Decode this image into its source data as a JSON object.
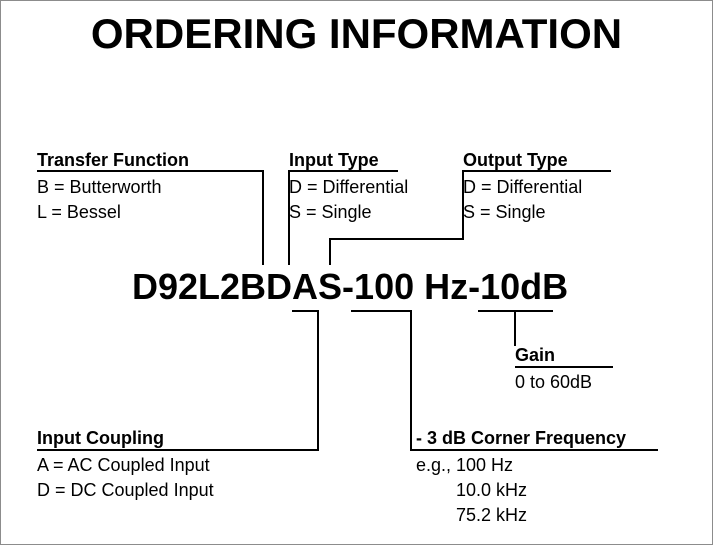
{
  "title": "ORDERING INFORMATION",
  "part_number": "D92L2BDAS-100 Hz-10dB",
  "callouts": {
    "transfer_function": {
      "heading": "Transfer Function",
      "items": [
        "B = Butterworth",
        "L = Bessel"
      ]
    },
    "input_type": {
      "heading": "Input Type",
      "items": [
        "D = Differential",
        "S = Single"
      ]
    },
    "output_type": {
      "heading": "Output Type",
      "items": [
        "D = Differential",
        "S = Single"
      ]
    },
    "gain": {
      "heading": "Gain",
      "items": [
        "0 to 60dB"
      ]
    },
    "input_coupling": {
      "heading": "Input Coupling",
      "items": [
        "A = AC Coupled Input",
        "D = DC Coupled Input"
      ]
    },
    "corner_frequency": {
      "heading": "- 3 dB Corner Frequency",
      "items": [
        "e.g., 100 Hz",
        "10.0 kHz",
        "75.2 kHz"
      ]
    }
  },
  "colors": {
    "line": "#000000",
    "text": "#000000",
    "background": "#ffffff"
  }
}
